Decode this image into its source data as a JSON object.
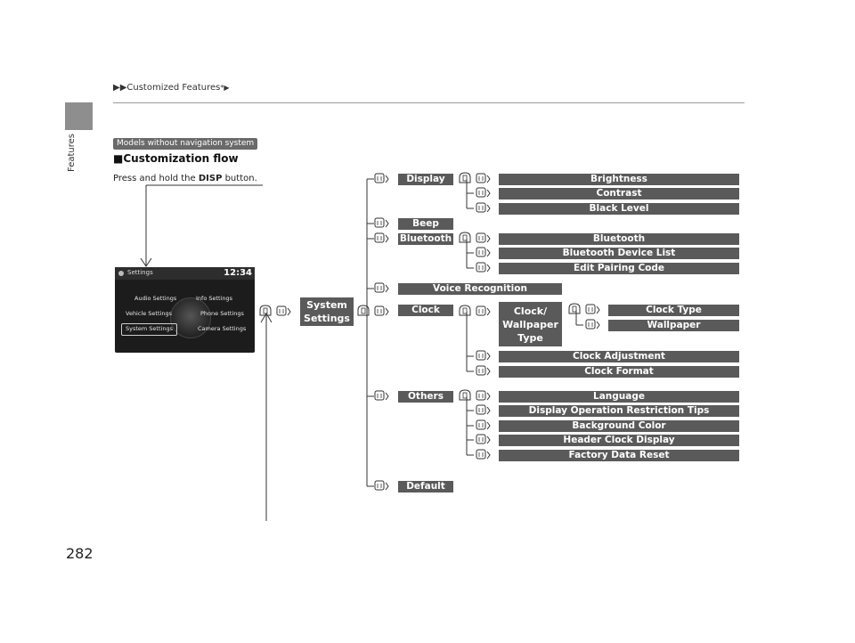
{
  "header": {
    "breadcrumb": "▶▶Customized Features",
    "breadcrumb_suffix": "*▶"
  },
  "side_label": "Features",
  "page_number": "282",
  "badge": "Models without navigation system",
  "section_title": "■Customization flow",
  "instruction": {
    "prefix": "Press and hold the ",
    "key": "DISP",
    "suffix": " button."
  },
  "screen": {
    "title": "Settings",
    "time": "12:34",
    "items": [
      "Audio Settings",
      "Info Settings",
      "Vehicle Settings",
      "Phone Settings",
      "System Settings",
      "Camera Settings"
    ],
    "selected": "System Settings"
  },
  "flow": {
    "root": "System\nSettings",
    "level1": [
      "Display",
      "Beep",
      "Bluetooth",
      "Voice Recognition",
      "Clock",
      "Others",
      "Default"
    ],
    "display_items": [
      "Brightness",
      "Contrast",
      "Black Level"
    ],
    "bluetooth_items": [
      "Bluetooth",
      "Bluetooth Device List",
      "Edit Pairing Code"
    ],
    "clock_items": [
      "Clock/\nWallpaper\nType",
      "Clock Adjustment",
      "Clock Format"
    ],
    "clock_wallpaper_items": [
      "Clock Type",
      "Wallpaper"
    ],
    "others_items": [
      "Language",
      "Display Operation Restriction Tips",
      "Background Color",
      "Header Clock Display",
      "Factory Data Reset"
    ]
  },
  "colors": {
    "bar": "#5a5a5a",
    "tab": "#8e8e8e",
    "badge": "#6a6a6a"
  }
}
